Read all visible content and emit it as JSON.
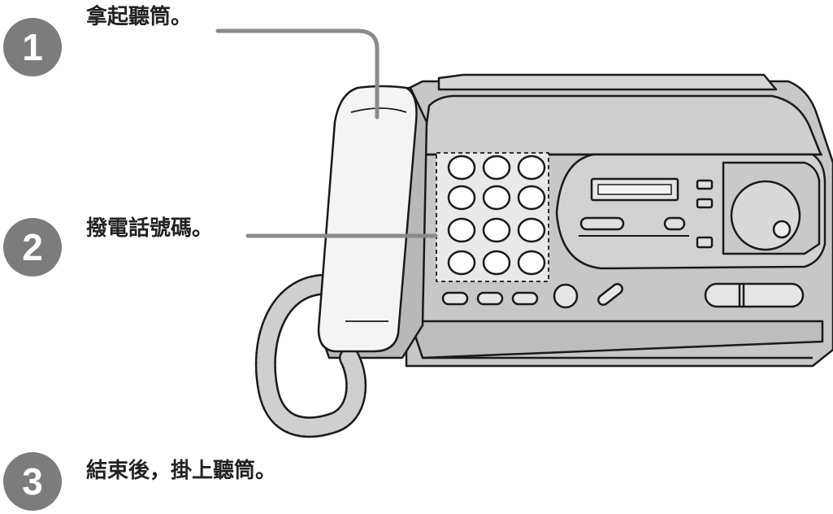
{
  "steps": [
    {
      "number": "1",
      "text": "拿起聽筒。"
    },
    {
      "number": "2",
      "text": "撥電話號碼。"
    },
    {
      "number": "3",
      "text": "結束後，掛上聽筒。"
    }
  ],
  "colors": {
    "badge": "#7c7c7c",
    "leader_line": "#8a8a8a",
    "device_fill": "#c7c7c7",
    "outline": "#1a1a1a"
  },
  "icons": [
    "fax-machine-illustration",
    "telephone-handset-icon",
    "coiled-cord"
  ]
}
